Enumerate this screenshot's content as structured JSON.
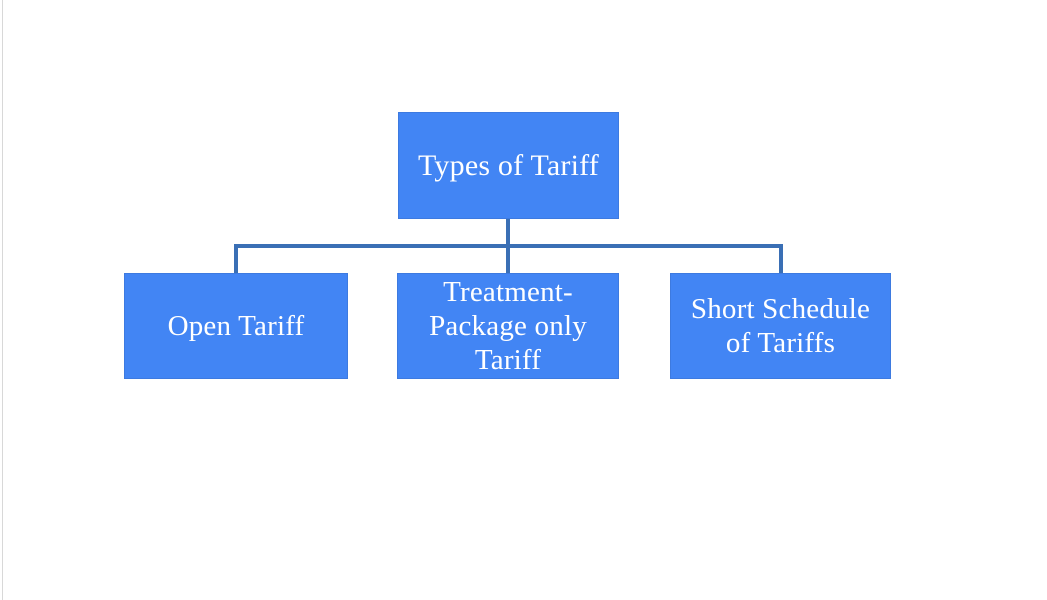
{
  "slide": {
    "background_color": "#ffffff",
    "edge_rule_color": "#d8d8d8"
  },
  "theme": {
    "node_fill": "#4285f4",
    "node_border": "#3d7ae0",
    "node_text": "#ffffff",
    "connector": "#3a6fb5"
  },
  "diagram": {
    "type": "org-chart",
    "orientation": "top-down",
    "root": {
      "id": "root",
      "label": "Types of Tariff"
    },
    "children": [
      {
        "id": "open-tariff",
        "label": "Open Tariff"
      },
      {
        "id": "treatment-package-only-tariff",
        "label": "Treatment-\nPackage only\nTariff"
      },
      {
        "id": "short-schedule-of-tariffs",
        "label": "Short Schedule\nof Tariffs"
      }
    ]
  },
  "watermark": {
    "text": ""
  }
}
